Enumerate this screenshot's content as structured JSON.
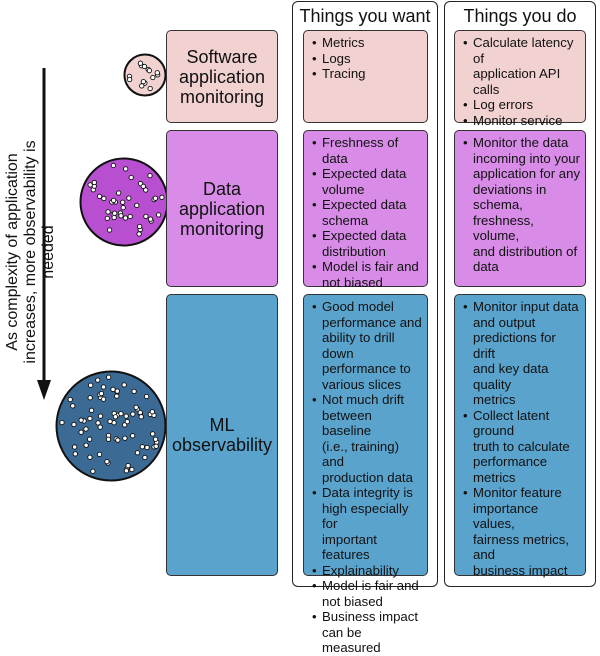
{
  "side_label": "As complexity of application increases, more observability is needed",
  "columns": {
    "want": "Things you want",
    "do": "Things you do"
  },
  "rows": [
    {
      "label": "Software application monitoring",
      "label_lines": [
        "Software",
        "application",
        "monitoring"
      ],
      "color": "#f2d1d1",
      "want": [
        "Metrics",
        "Logs",
        "Tracing"
      ],
      "do": [
        "Calculate latency of\napplication API calls",
        "Log errors",
        "Monitor service\nhealth metrics"
      ]
    },
    {
      "label": "Data application monitoring",
      "label_lines": [
        "Data",
        "application",
        "monitoring"
      ],
      "color": "#d88ce8",
      "want": [
        "Freshness of data",
        "Expected data\nvolume",
        "Expected data\nschema",
        "Expected data\ndistribution",
        "Model is fair and\nnot biased"
      ],
      "do": [
        "Monitor the data\nincoming into your\napplication for any\ndeviations in schema,\nfreshness, volume,\nand distribution of\ndata"
      ]
    },
    {
      "label": "ML observability",
      "label_lines": [
        "ML",
        "observability"
      ],
      "color": "#5aa3cd",
      "want": [
        "Good model\nperformance and\nability to drill down\nperformance to\nvarious slices",
        "Not much drift\nbetween baseline\n(i.e., training) and\nproduction data",
        "Data integrity is\nhigh especially for\nimportant features",
        "Explainability",
        "Model is fair and\nnot biased",
        "Business impact\ncan be measured"
      ],
      "do": [
        "Monitor input data\nand output\npredictions for drift\nand key data quality\nmetrics",
        "Collect latent ground\ntruth to calculate\nperformance metrics",
        "Monitor feature\nimportance values,\nfairness metrics, and\nbusiness impact"
      ]
    }
  ],
  "circle_colors": [
    "#f2d1d1",
    "#b84fd0",
    "#3b6a94"
  ]
}
